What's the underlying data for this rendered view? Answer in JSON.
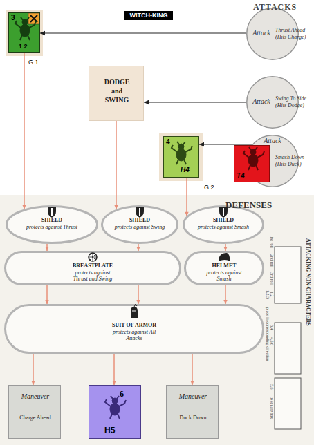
{
  "diagram": {
    "nodes": [
      {
        "text": [
          "WITCH-KING"
        ]
      },
      {
        "text": [
          "3",
          "1 2",
          "G 1"
        ]
      },
      {
        "text": [
          "Attack",
          "Thrust Ahead (Hits Charge)"
        ]
      },
      {
        "text": [
          "DODGE and SWING"
        ]
      },
      {
        "text": [
          "Attack",
          "Swing To Side (Hits Dodge)"
        ]
      },
      {
        "text": [
          "4",
          "H4",
          "G 2"
        ]
      },
      {
        "text": [
          "Attack",
          "Smash Down (Hits Duck)"
        ]
      },
      {
        "text": [
          "T4"
        ]
      },
      {
        "text": [
          "SHIELD",
          "protects against Thrust"
        ]
      },
      {
        "text": [
          "SHIELD",
          "protects against Swing"
        ]
      },
      {
        "text": [
          "SHIELD",
          "protects against Smash"
        ]
      },
      {
        "text": [
          "BREASTPLATE",
          "protects against Thrust and Swing"
        ]
      },
      {
        "text": [
          "HELMET",
          "protects against Smash"
        ]
      },
      {
        "text": [
          "SUIT OF ARMOR",
          "protects against All Attacks"
        ]
      },
      {
        "text": [
          "Maneuver",
          "Charge Ahead"
        ]
      },
      {
        "text": [
          "6",
          "H5"
        ]
      },
      {
        "text": [
          "Maneuver",
          "Duck Down"
        ]
      }
    ],
    "edges": [
      {
        "from": 2,
        "to": 1,
        "arrow": "to"
      },
      {
        "from": 4,
        "to": 3,
        "arrow": "to"
      },
      {
        "from": 6,
        "to": 5,
        "arrow": "to"
      },
      {
        "from": 1,
        "to": 8,
        "arrow": "to"
      },
      {
        "from": 3,
        "to": 9,
        "arrow": "to"
      },
      {
        "from": 5,
        "to": 10,
        "arrow": "to"
      },
      {
        "from": 8,
        "to": 11,
        "arrow": "to"
      },
      {
        "from": 9,
        "to": 11,
        "arrow": "to"
      },
      {
        "from": 10,
        "to": 12,
        "arrow": "to"
      },
      {
        "from": 11,
        "to": 13,
        "arrow": "to"
      },
      {
        "from": 11,
        "to": 13,
        "arrow": "to"
      },
      {
        "from": 12,
        "to": 13,
        "arrow": "to"
      },
      {
        "from": 13,
        "to": 14,
        "arrow": "to"
      },
      {
        "from": 13,
        "to": 15,
        "arrow": "to"
      },
      {
        "from": 13,
        "to": 16,
        "arrow": "to"
      }
    ],
    "labels": [
      "ATTACKS",
      "DEFENSES",
      "ATTACKING NON-CHARACTERS",
      "1st roll",
      "2nd roll",
      "3rd roll",
      "1,2",
      "1,2,3",
      "3,4",
      "4,5,6",
      "place in corresponding direction",
      "5,6",
      "to square box"
    ]
  }
}
